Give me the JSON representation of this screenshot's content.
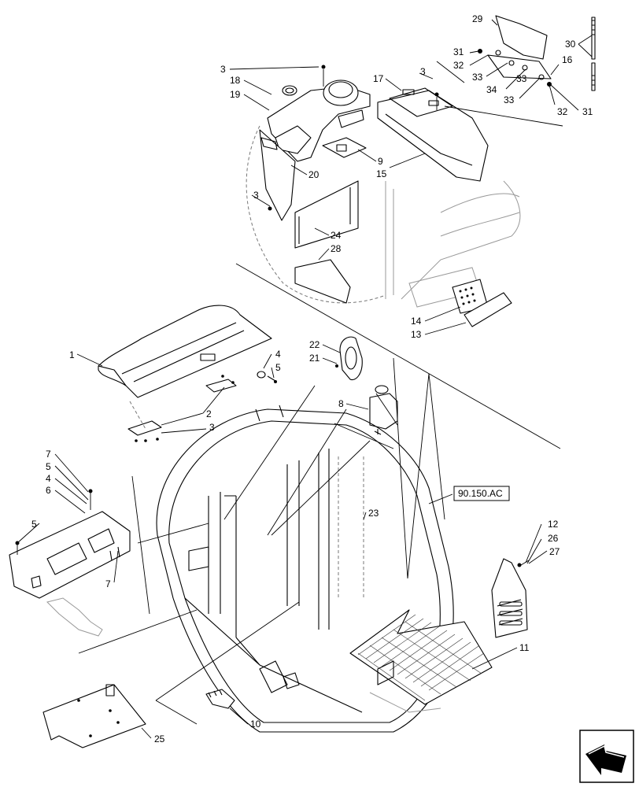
{
  "callouts": {
    "c29": "29",
    "c30": "30",
    "c31a": "31",
    "c32a": "32",
    "c33a": "33",
    "c34": "34",
    "c33b": "33",
    "c16": "16",
    "c32b": "32",
    "c31b": "31",
    "c33c": "33",
    "c3a": "3",
    "c18": "18",
    "c19": "19",
    "c3b": "3",
    "c17": "17",
    "c9": "9",
    "c20": "20",
    "c15": "15",
    "c3c": "3",
    "c24": "24",
    "c28": "28",
    "c14": "14",
    "c13": "13",
    "c1": "1",
    "c4a": "4",
    "c5a": "5",
    "c22": "22",
    "c21": "21",
    "c2": "2",
    "c3d": "3",
    "c8": "8",
    "c7a": "7",
    "c5b": "5",
    "c4b": "4",
    "c6": "6",
    "c5c": "5",
    "c7b": "7",
    "c23": "23",
    "c12": "12",
    "c26": "26",
    "c27": "27",
    "c11": "11",
    "c10": "10",
    "c25": "25"
  },
  "reference_label": "90.150.AC",
  "nav_icon": "arrow-navigation-icon"
}
